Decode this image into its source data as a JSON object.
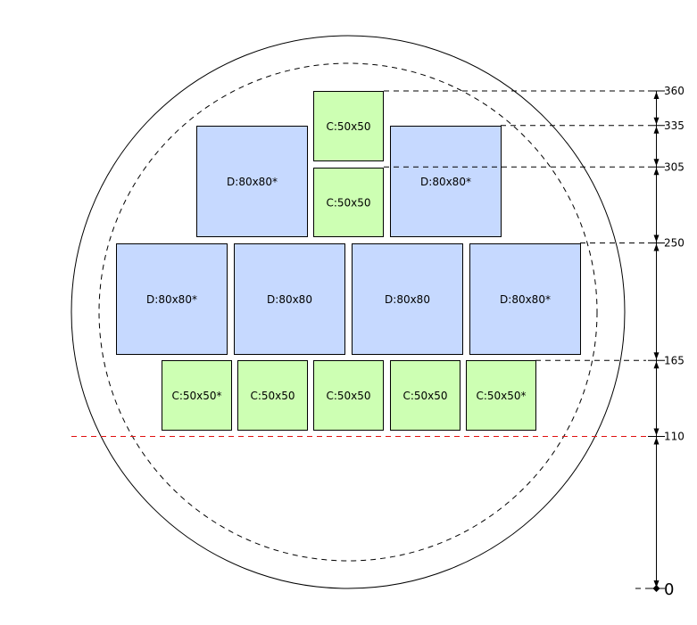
{
  "colors": {
    "d_fill": "#c6d9ff",
    "c_fill": "#cdffb3",
    "outline": "#000000",
    "red_line": "#e01010",
    "background": "#ffffff"
  },
  "scale": {
    "ticks": [
      {
        "value": 360,
        "label": "360"
      },
      {
        "value": 335,
        "label": "335"
      },
      {
        "value": 305,
        "label": "305"
      },
      {
        "value": 250,
        "label": "250"
      },
      {
        "value": 165,
        "label": "165"
      },
      {
        "value": 110,
        "label": "110"
      },
      {
        "value": 0,
        "label": "0"
      }
    ],
    "red_level": 110
  },
  "blocks": [
    {
      "id": "top-c",
      "type": "C",
      "label": "C:50x50"
    },
    {
      "id": "mid-c",
      "type": "C",
      "label": "C:50x50"
    },
    {
      "id": "upper-d-left",
      "type": "D",
      "label": "D:80x80*"
    },
    {
      "id": "upper-d-right",
      "type": "D",
      "label": "D:80x80*"
    },
    {
      "id": "row-d-1",
      "type": "D",
      "label": "D:80x80*"
    },
    {
      "id": "row-d-2",
      "type": "D",
      "label": "D:80x80"
    },
    {
      "id": "row-d-3",
      "type": "D",
      "label": "D:80x80"
    },
    {
      "id": "row-d-4",
      "type": "D",
      "label": "D:80x80*"
    },
    {
      "id": "row-c-1",
      "type": "C",
      "label": "C:50x50*"
    },
    {
      "id": "row-c-2",
      "type": "C",
      "label": "C:50x50"
    },
    {
      "id": "row-c-3",
      "type": "C",
      "label": "C:50x50"
    },
    {
      "id": "row-c-4",
      "type": "C",
      "label": "C:50x50"
    },
    {
      "id": "row-c-5",
      "type": "C",
      "label": "C:50x50*"
    }
  ]
}
